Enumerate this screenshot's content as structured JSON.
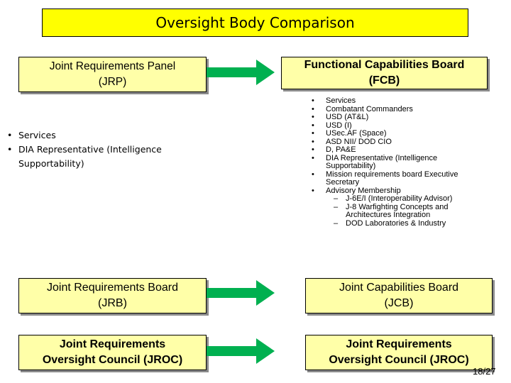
{
  "title": "Oversight Body Comparison",
  "rows": {
    "top_left": {
      "line1": "Joint Requirements Panel",
      "line2": "(JRP)"
    },
    "top_right": {
      "line1": "Functional Capabilities Board",
      "line2": "(FCB)"
    },
    "mid_left": {
      "line1": "Joint Requirements Board",
      "line2": "(JRB)"
    },
    "mid_right": {
      "line1": "Joint Capabilities Board",
      "line2": "(JCB)"
    },
    "bot_left": {
      "line1": "Joint Requirements",
      "line2": "Oversight Council (JROC)"
    },
    "bot_right": {
      "line1": "Joint Requirements",
      "line2": "Oversight Council (JROC)"
    }
  },
  "jrp_members": [
    "Services",
    "DIA Representative (Intelligence Supportability)"
  ],
  "fcb_members": [
    "Services",
    "Combatant Commanders",
    "USD (AT&L)",
    "USD (I)",
    "USec.AF (Space)",
    "ASD NII/ DOD CIO",
    "D, PA&E",
    "DIA Representative (Intelligence Supportability)",
    "Mission requirements board Executive Secretary",
    "Advisory Membership"
  ],
  "advisory_members": [
    "J-6E/I (Interoperability Advisor)",
    "J-8 Warfighting Concepts and Architectures Integration",
    "DOD Laboratories & Industry"
  ],
  "page_number": "18/27",
  "colors": {
    "title_bg": "#ffff00",
    "box_bg": "#ffffa8",
    "arrow": "#00b050"
  }
}
